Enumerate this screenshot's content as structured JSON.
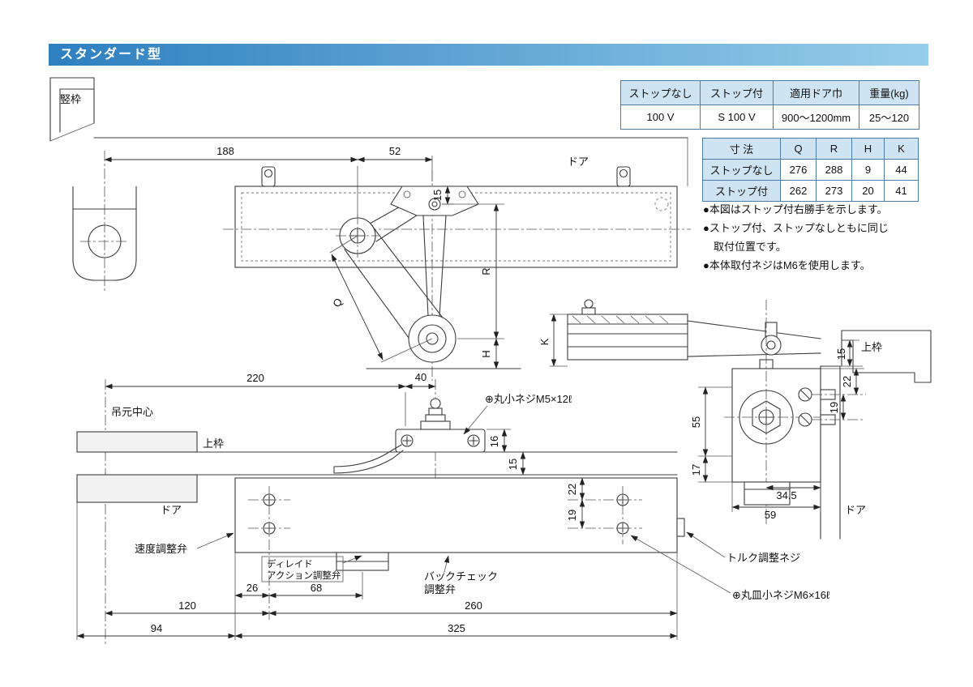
{
  "colors": {
    "header_grad_a": "#2e7fc0",
    "header_grad_b": "#96cdea",
    "table_border": "#4d7ca6",
    "table_header_bg": "#cfe4f3"
  },
  "header": {
    "title": "スタンダード型"
  },
  "spec_table": {
    "headers": [
      "ストップなし",
      "ストップ付",
      "適用ドア巾",
      "重量(kg)"
    ],
    "values": [
      "100 V",
      "S 100 V",
      "900〜1200mm",
      "25〜120"
    ]
  },
  "dim_table": {
    "corner": "寸 法",
    "headers": [
      "Q",
      "R",
      "H",
      "K"
    ],
    "rows": [
      {
        "label": "ストップなし",
        "q": "276",
        "r": "288",
        "h": "9",
        "k": "44"
      },
      {
        "label": "ストップ付",
        "q": "262",
        "r": "273",
        "h": "20",
        "k": "41"
      }
    ]
  },
  "notes": {
    "line1": "●本図はストップ付右勝手を示します。",
    "line2": "●ストップ付、ストップなしともに同じ",
    "line3": "　取付位置です。",
    "line4": "●本体取付ネジはM6を使用します。"
  },
  "plan_view": {
    "label_tatewaku": "竪枠",
    "label_door": "ドア",
    "dim_188": "188",
    "dim_52": "52",
    "dim_15": "15",
    "dim_r": "R",
    "dim_q": "Q",
    "dim_h": "H"
  },
  "front_view": {
    "dim_220": "220",
    "dim_40": "40",
    "label_tsurimoto": "吊元中心",
    "label_uwawaku": "上枠",
    "label_door": "ドア",
    "label_screw_m5": "⊕丸小ネジM5×12ℓ",
    "dim_16": "16",
    "dim_15": "15",
    "dim_22": "22",
    "dim_19": "19",
    "label_speed": "速度調整弁",
    "label_delayed_line1": "ディレイド",
    "label_delayed_line2": "アクション調整弁",
    "label_backcheck_line1": "バックチェック",
    "label_backcheck_line2": "調整弁",
    "label_torque": "トルク調整ネジ",
    "label_screw_m6": "⊕丸皿小ネジM6×16ℓ",
    "dim_26": "26",
    "dim_68": "68",
    "dim_120": "120",
    "dim_260": "260",
    "dim_94": "94",
    "dim_325": "325"
  },
  "side_view": {
    "dim_k": "K",
    "label_uwawaku": "上枠",
    "label_door": "ドア",
    "dim_15": "15",
    "dim_22": "22",
    "dim_19": "19",
    "dim_55": "55",
    "dim_17": "17",
    "dim_34_5": "34.5",
    "dim_59": "59"
  }
}
